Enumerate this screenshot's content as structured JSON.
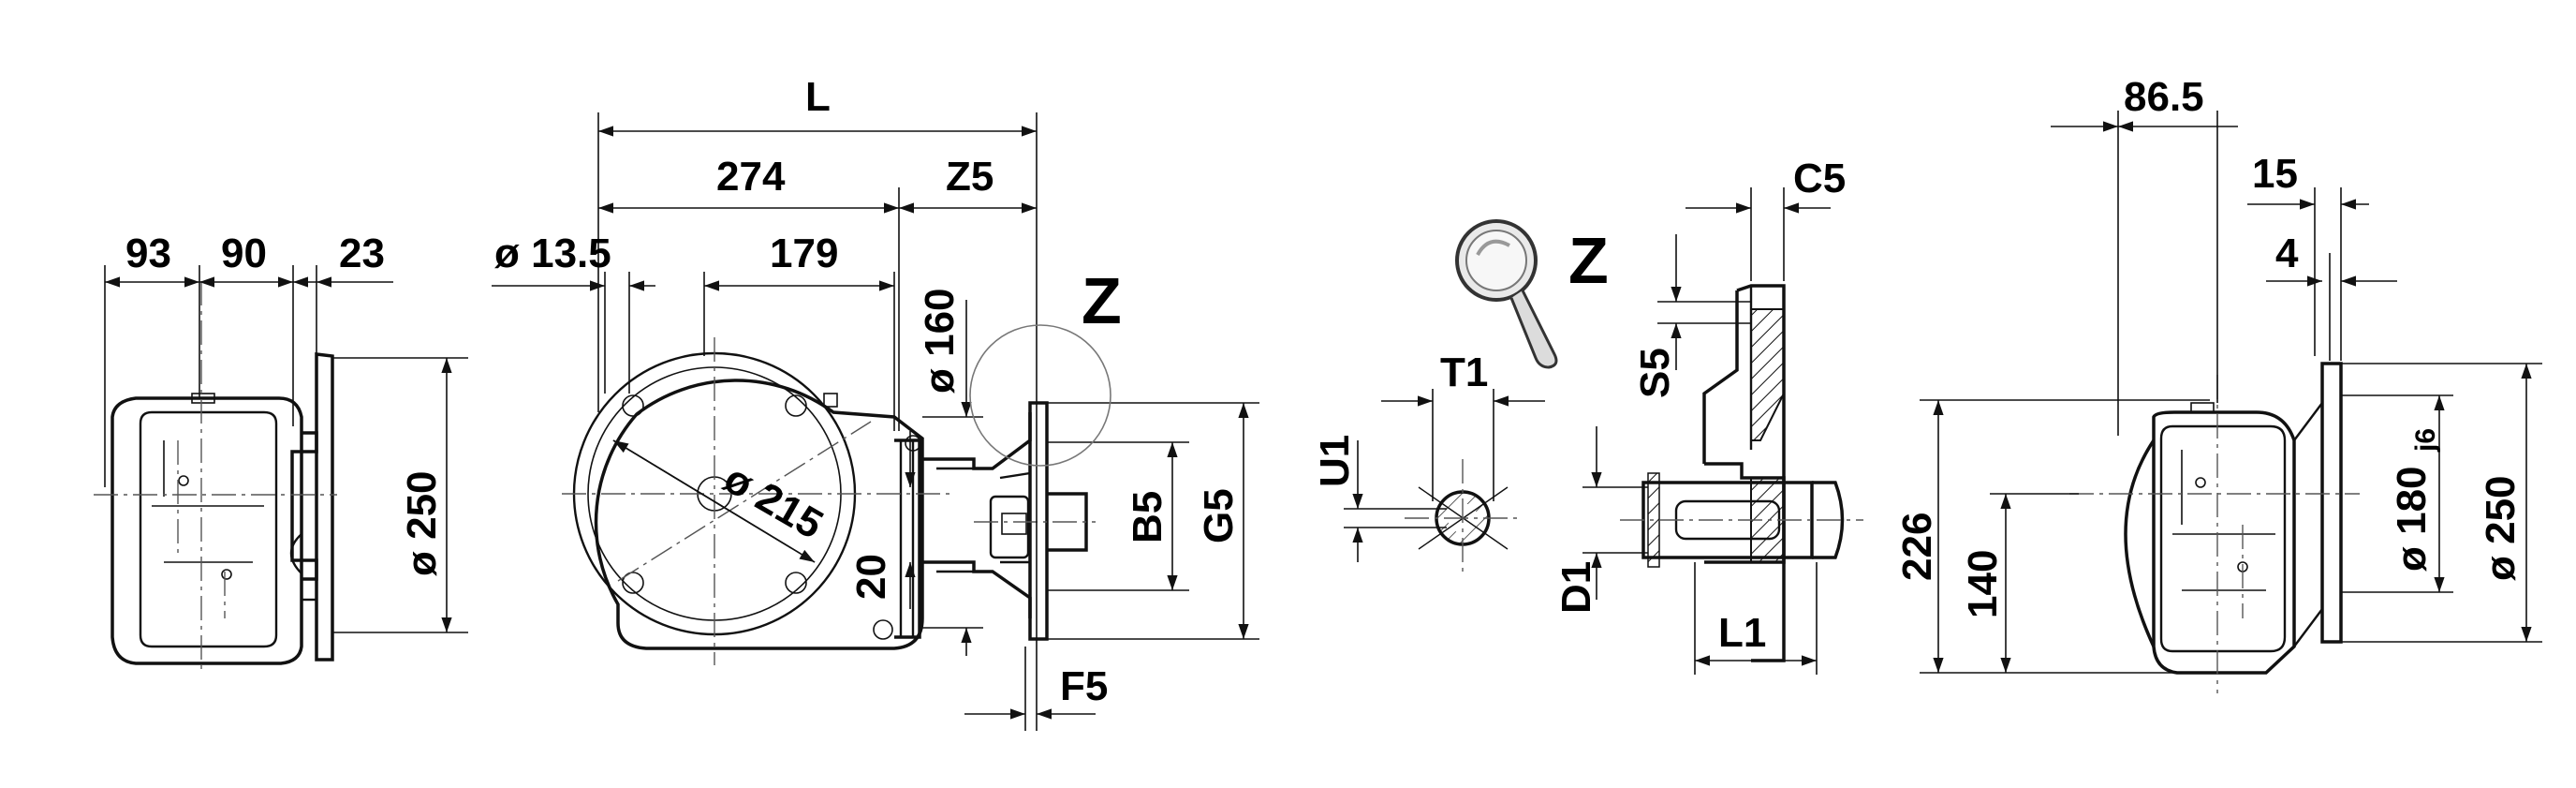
{
  "view_left": {
    "dim_93": "93",
    "dim_90": "90",
    "dim_23": "23",
    "dim_250": "ø 250"
  },
  "view_front": {
    "dim_L": "L",
    "dim_274": "274",
    "dim_Z5": "Z5",
    "dim_13_5": "ø 13.5",
    "dim_179": "179",
    "dim_160": "ø 160",
    "dim_215": "ø 215",
    "dim_20": "20",
    "dim_B5": "B5",
    "dim_G5": "G5",
    "dim_F5": "F5",
    "detail_marker": "Z"
  },
  "view_detail": {
    "title": "Z",
    "dim_T1": "T1",
    "dim_U1": "U1",
    "dim_C5": "C5",
    "dim_S5": "S5",
    "dim_D1": "D1",
    "dim_L1": "L1"
  },
  "view_right": {
    "dim_86_5": "86.5",
    "dim_15": "15",
    "dim_4": "4",
    "dim_226": "226",
    "dim_140": "140",
    "dim_180": "ø 180",
    "dim_180_tol": "j6",
    "dim_250": "ø 250"
  }
}
